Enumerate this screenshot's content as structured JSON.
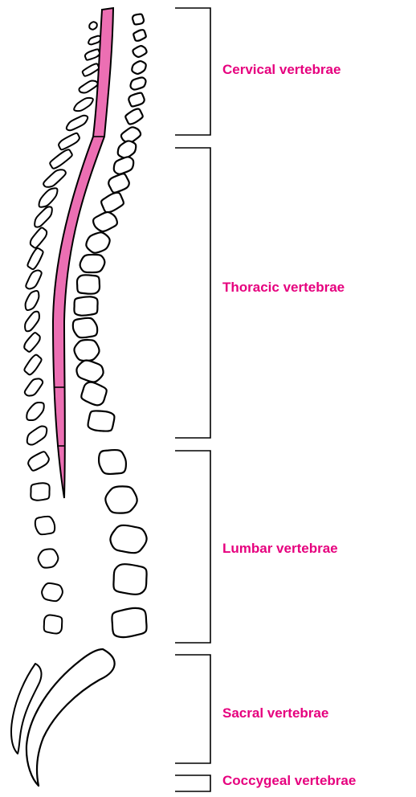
{
  "colors": {
    "label": "#e6007e",
    "spinal_cord_fill": "#ec6fb3",
    "outline": "#000000"
  },
  "regions": [
    {
      "key": "cervical",
      "label": "Cervical vertebrae"
    },
    {
      "key": "thoracic",
      "label": "Thoracic vertebrae"
    },
    {
      "key": "lumbar",
      "label": "Lumbar vertebrae"
    },
    {
      "key": "sacral",
      "label": "Sacral vertebrae"
    },
    {
      "key": "coccygeal",
      "label": "Coccygeal vertebrae"
    }
  ]
}
